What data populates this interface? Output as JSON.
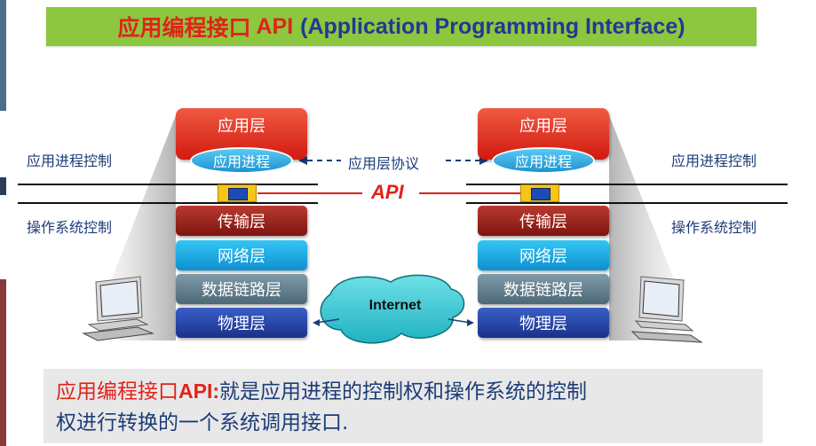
{
  "title": {
    "cn": "应用编程接口",
    "api": "API",
    "en": "(Application Programming Interface)"
  },
  "labels": {
    "left_app_control": "应用进程控制",
    "left_os_control": "操作系统控制",
    "right_app_control": "应用进程控制",
    "right_os_control": "操作系统控制"
  },
  "left_stack": {
    "app_layer": "应用层",
    "app_process": "应用进程",
    "transport": "传输层",
    "network": "网络层",
    "datalink": "数据链路层",
    "physical": "物理层"
  },
  "right_stack": {
    "app_layer": "应用层",
    "app_process": "应用进程",
    "transport": "传输层",
    "network": "网络层",
    "datalink": "数据链路层",
    "physical": "物理层"
  },
  "api_label": "API",
  "protocol_label": "应用层协议",
  "internet_label": "Internet",
  "definition": {
    "term": "应用编程接口",
    "api": "API:",
    "line1_rest": "就是应用进程的控制权和操作系统的控制",
    "line2": "权进行转换的一个系统调用接口."
  },
  "colors": {
    "title_bg": "#8dc63f",
    "accent_red": "#e0231a",
    "navy": "#1f3a93"
  }
}
